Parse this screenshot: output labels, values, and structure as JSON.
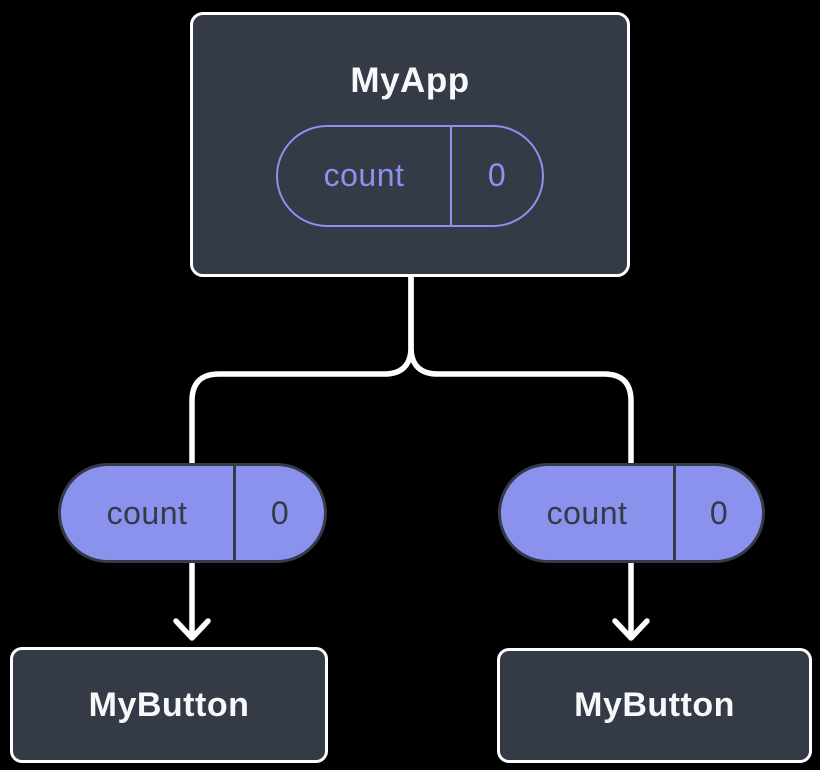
{
  "colors": {
    "background": "#000000",
    "surface": "#343A46",
    "accent": "#8A92EE",
    "line": "#FFFFFF",
    "title_text": "#F7F8FA"
  },
  "root_node": {
    "title": "MyApp",
    "state_pill": {
      "name": "count",
      "value": "0"
    }
  },
  "children": [
    {
      "title": "MyButton",
      "prop_pill": {
        "name": "count",
        "value": "0"
      }
    },
    {
      "title": "MyButton",
      "prop_pill": {
        "name": "count",
        "value": "0"
      }
    }
  ]
}
